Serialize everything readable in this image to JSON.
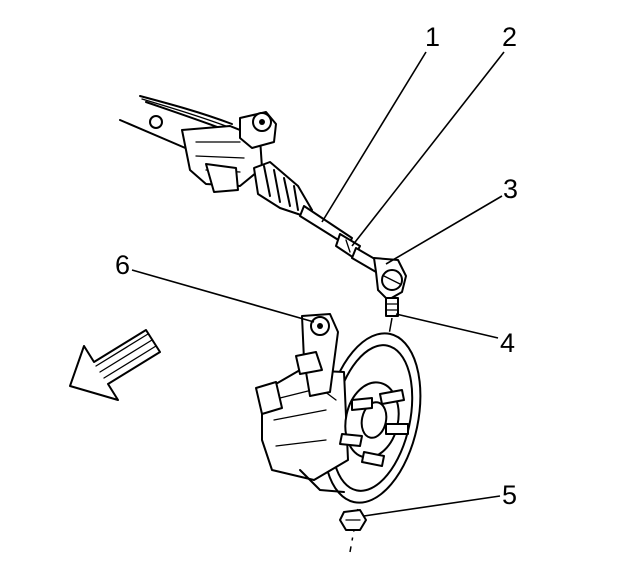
{
  "callouts": [
    {
      "id": "1",
      "label": "1"
    },
    {
      "id": "2",
      "label": "2"
    },
    {
      "id": "3",
      "label": "3"
    },
    {
      "id": "4",
      "label": "4"
    },
    {
      "id": "5",
      "label": "5"
    },
    {
      "id": "6",
      "label": "6"
    }
  ],
  "colors": {
    "ink": "#000000",
    "background": "#ffffff"
  },
  "icons": {
    "direction_arrow": "forward-arrow-icon"
  }
}
